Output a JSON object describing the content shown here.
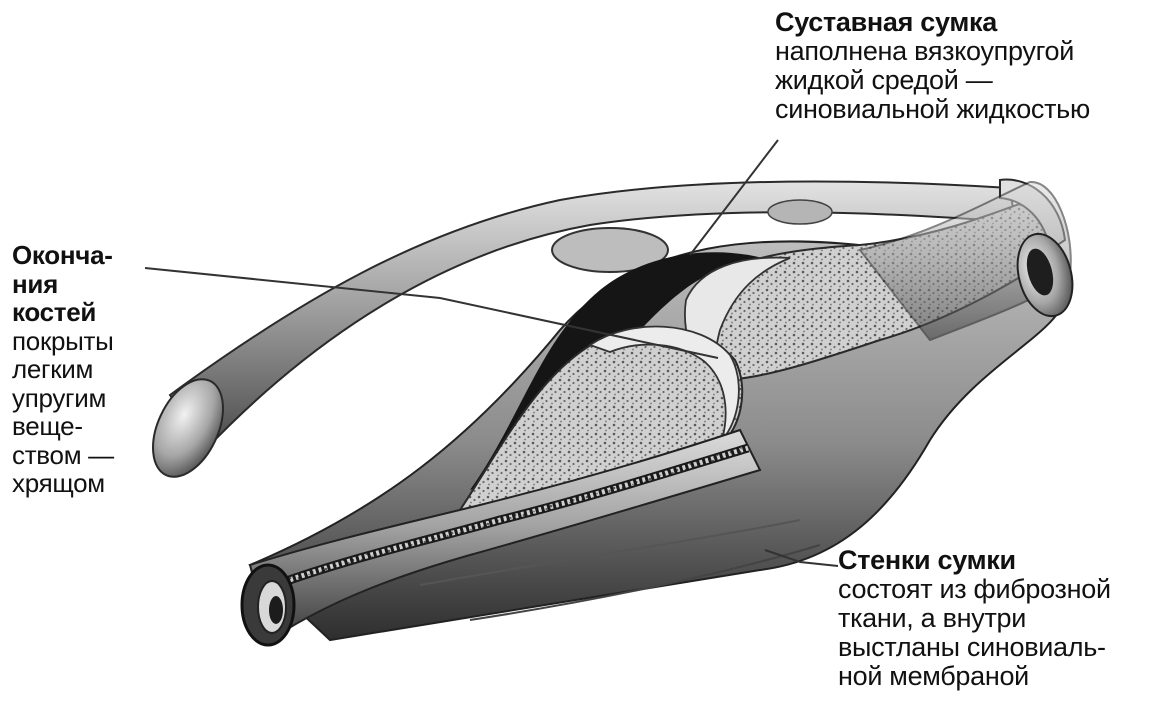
{
  "colors": {
    "background": "#ffffff",
    "text": "#111111",
    "bone_fill": "#cfcfcf",
    "capsule_fill": "#8a8a8a",
    "cavity_fill": "#1a1a1a",
    "leader_line": "#333333"
  },
  "labels": {
    "capsule": {
      "title": "Суставная сумка",
      "lines": [
        "наполнена вязкоупругой",
        "жидкой средой —",
        "синовиальной жидкостью"
      ]
    },
    "bone_ends": {
      "title_lines": [
        "Оконча-",
        "ния",
        "костей"
      ],
      "lines": [
        "покрыты",
        "легким",
        "упругим",
        "веще-",
        "ством —",
        "хрящом"
      ]
    },
    "walls": {
      "title": "Стенки сумки",
      "lines": [
        "состоят из фиброзной",
        "ткани, а внутри",
        "выстланы синовиаль-",
        "ной мембраной"
      ]
    }
  }
}
